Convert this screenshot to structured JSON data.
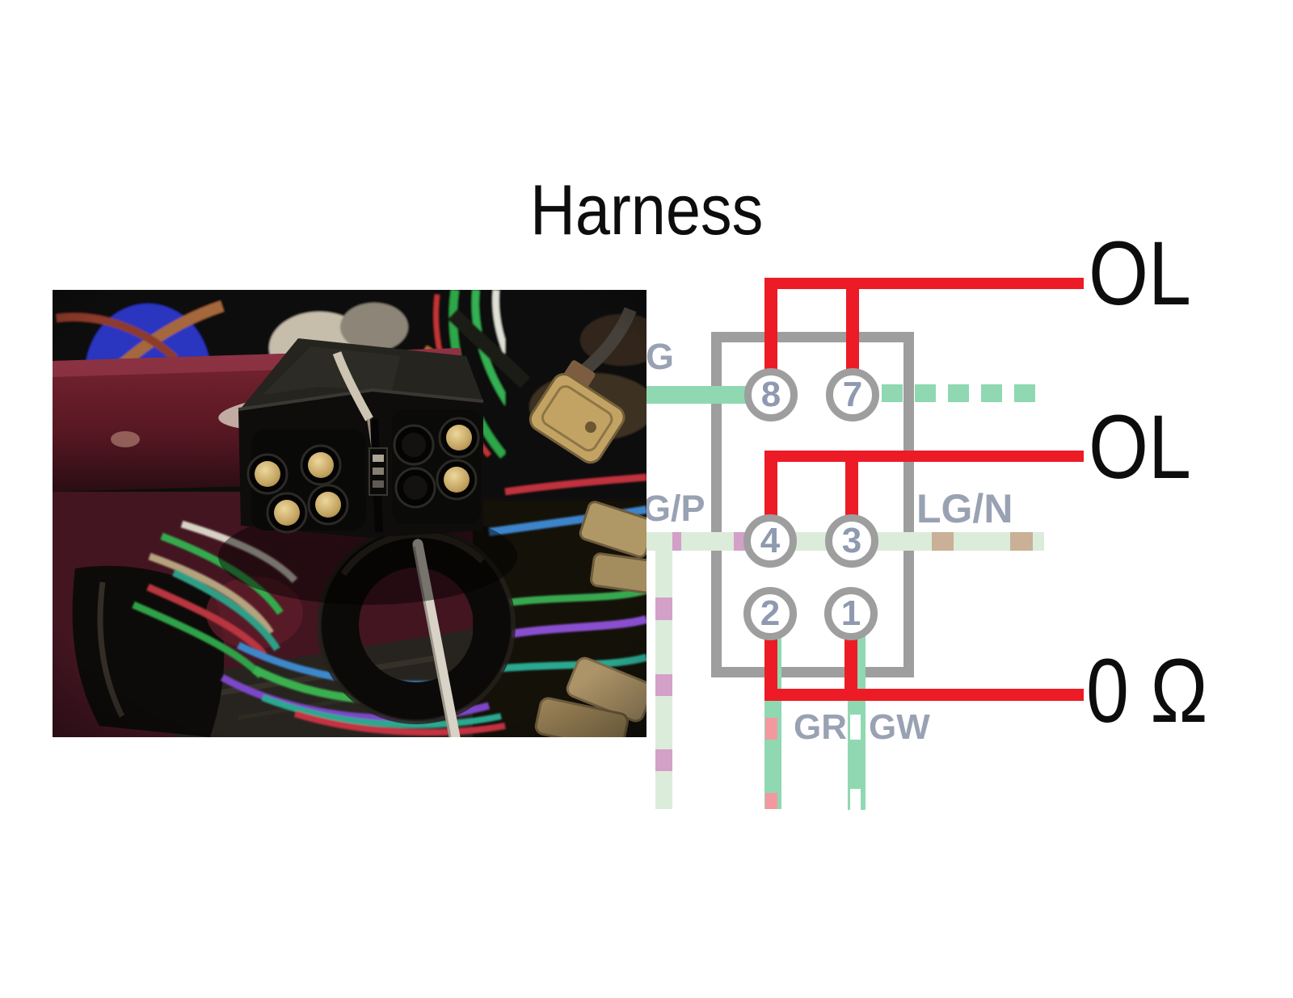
{
  "title": "Harness",
  "photo": {
    "name": "harness-connector-photo"
  },
  "connector": {
    "pins": [
      "8",
      "7",
      "4",
      "3",
      "2",
      "1"
    ]
  },
  "wires": {
    "g": "G",
    "gp": "G/P",
    "lgn": "LG/N",
    "gr": "GR",
    "gw": "GW"
  },
  "measurements": {
    "top": "OL",
    "middle": "OL",
    "bottom": "0 Ω"
  },
  "theme": {
    "annotation_red": "#ec1b26",
    "diagram_gray": "#9e9e9e",
    "mint_green": "#8fd8b1",
    "pale_green": "#dcecda",
    "pink_dash": "#d3a0c8",
    "tan_dash": "#c9b096",
    "salmon_dash": "#f4989f",
    "label_bluegray": "#99a2b3",
    "text_black": "#0d0d0d"
  }
}
